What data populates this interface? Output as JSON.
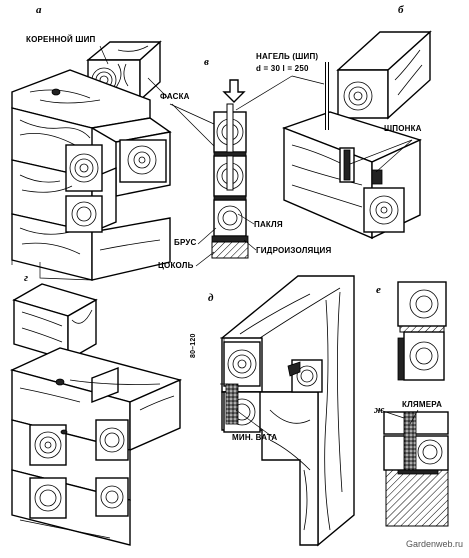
{
  "panels": {
    "a": "а",
    "b": "б",
    "v": "в",
    "g": "г",
    "d": "д",
    "e": "е",
    "zh": "ж"
  },
  "labels": {
    "root_tenon": "КОРЕННОЙ ШИП",
    "chamfer": "ФАСКА",
    "dowel": "НАГЕЛЬ (ШИП)",
    "dowel_dims": "d = 30   l = 250",
    "key": "ШПОНКА",
    "tow": "ПАКЛЯ",
    "beam": "БРУС",
    "plinth": "ЦОКОЛЬ",
    "waterproofing": "ГИДРОИЗОЛЯЦИЯ",
    "dimension": "80–120",
    "mineral_wool": "МИН. ВАТА",
    "cramp": "КЛЯМЕРА"
  },
  "watermark": "Gardenweb.ru"
}
